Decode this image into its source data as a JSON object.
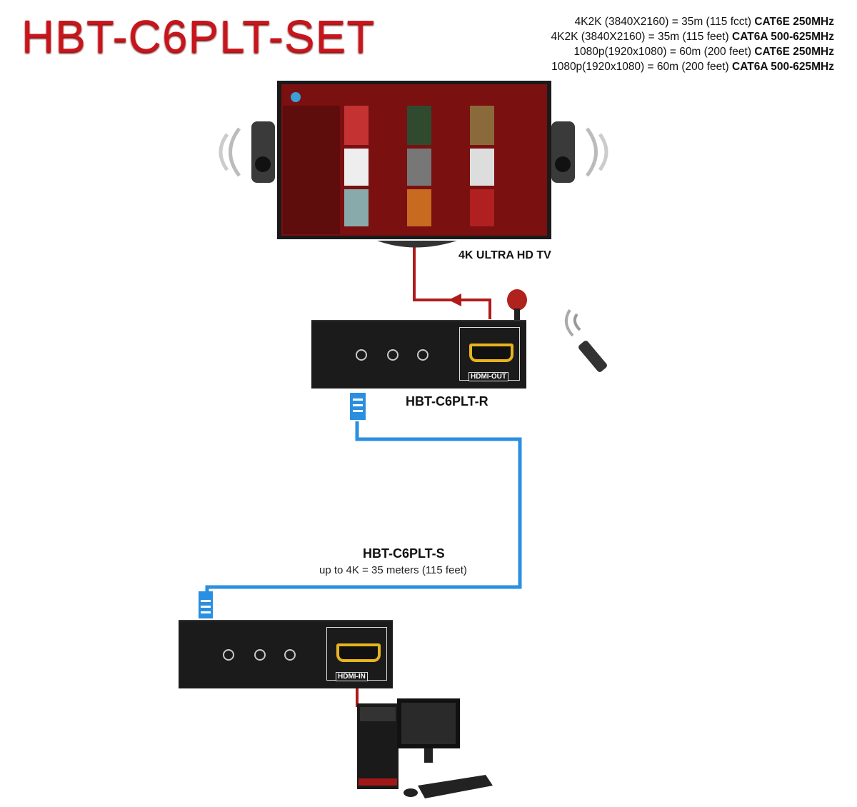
{
  "title": "HBT-C6PLT-SET",
  "specs": [
    {
      "text": "4K2K (3840X2160) = 35m (115 fcct)",
      "bold": "CAT6E 250MHz"
    },
    {
      "text": "4K2K (3840X2160) = 35m (115 feet)",
      "bold": "CAT6A 500-625MHz"
    },
    {
      "text": "1080p(1920x1080) = 60m (200 feet)",
      "bold": "CAT6E 250MHz"
    },
    {
      "text": "1080p(1920x1080) = 60m (200 feet)",
      "bold": "CAT6A 500-625MHz"
    }
  ],
  "tv_label": "4K ULTRA HD TV",
  "receiver": {
    "label": "HBT-C6PLT-R",
    "port_label": "HDMI-OUT"
  },
  "sender": {
    "label": "HBT-C6PLT-S",
    "port_label": "HDMI-IN",
    "range_text": "up to 4K = 35 meters (115 feet)"
  },
  "colors": {
    "title": "#c8151b",
    "hdmi_cable": "#b01a1a",
    "cat_cable": "#2a8fe0",
    "hdmi_port": "#e8b41e"
  }
}
